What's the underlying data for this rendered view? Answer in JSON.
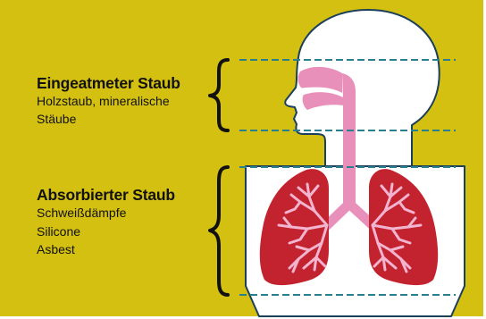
{
  "colors": {
    "background": "#d4c010",
    "body_fill": "#ffffff",
    "outline": "#1c3f5a",
    "airway": "#e990ba",
    "lung": "#c3222f",
    "zone_line": "#2a7f8f",
    "text": "#111111"
  },
  "groups": [
    {
      "title": "Eingeatmeter Staub",
      "items": [
        "Holzstaub, mineralische",
        "Stäube"
      ]
    },
    {
      "title": "Absorbierter Staub",
      "items": [
        "Schweißdämpfe",
        "Silicone",
        "Asbest"
      ]
    }
  ]
}
